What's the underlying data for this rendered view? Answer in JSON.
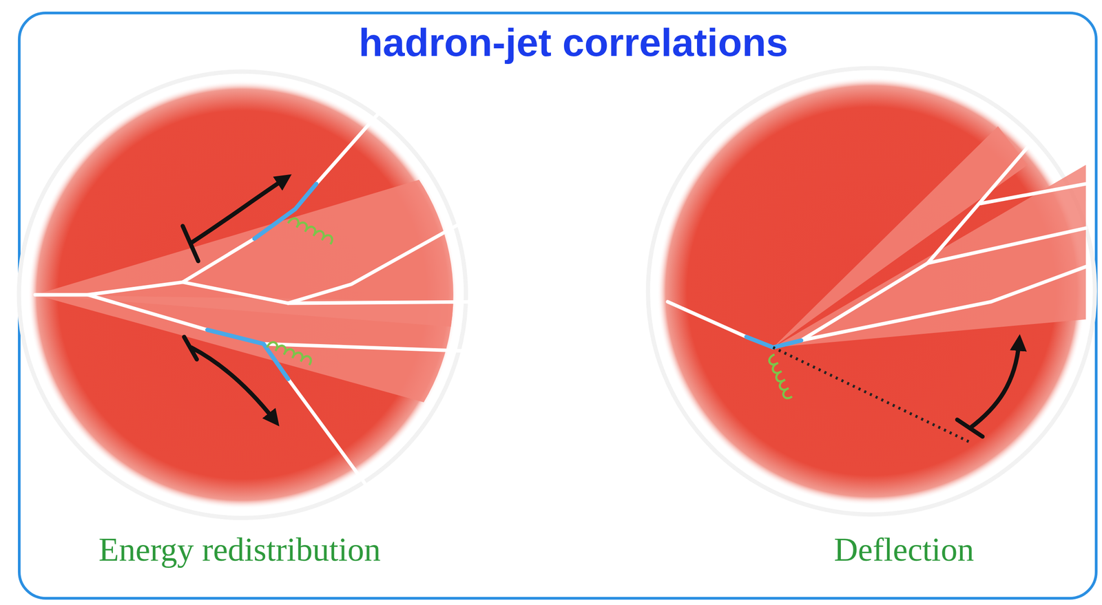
{
  "diagram": {
    "title": "hadron-jet correlations",
    "labels": [
      "Energy redistribution",
      "Deflection"
    ]
  }
}
